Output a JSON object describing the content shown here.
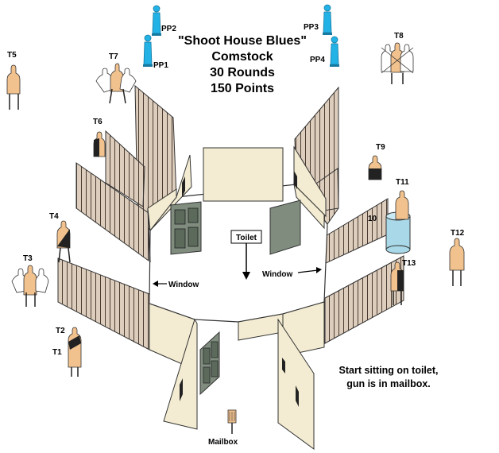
{
  "title": {
    "line1": "\"Shoot House Blues\"",
    "line2": "Comstock",
    "line3": "30 Rounds",
    "line4": "150 Points"
  },
  "targets": {
    "t1": "T1",
    "t2": "T2",
    "t3": "T3",
    "t4": "T4",
    "t5": "T5",
    "t6": "T6",
    "t7": "T7",
    "t8": "T8",
    "t9": "T9",
    "t10": "10",
    "t11": "T11",
    "t12": "T12",
    "t13": "T13"
  },
  "poppers": {
    "pp1": "PP1",
    "pp2": "PP2",
    "pp3": "PP3",
    "pp4": "PP4"
  },
  "labels": {
    "window_left": "Window",
    "window_right": "Window",
    "toilet": "Toilet",
    "mailbox": "Mailbox"
  },
  "instructions": {
    "line1": "Start sitting on toilet,",
    "line2": "gun is in mailbox."
  },
  "colors": {
    "target_tan": "#f2c28e",
    "popper_blue": "#22b2e6",
    "wall_beige": "#f3ecd2",
    "fence_fill": "#ddcdbd",
    "door_gray": "#7f8c7e",
    "barrel_blue": "#a9d9e8"
  }
}
